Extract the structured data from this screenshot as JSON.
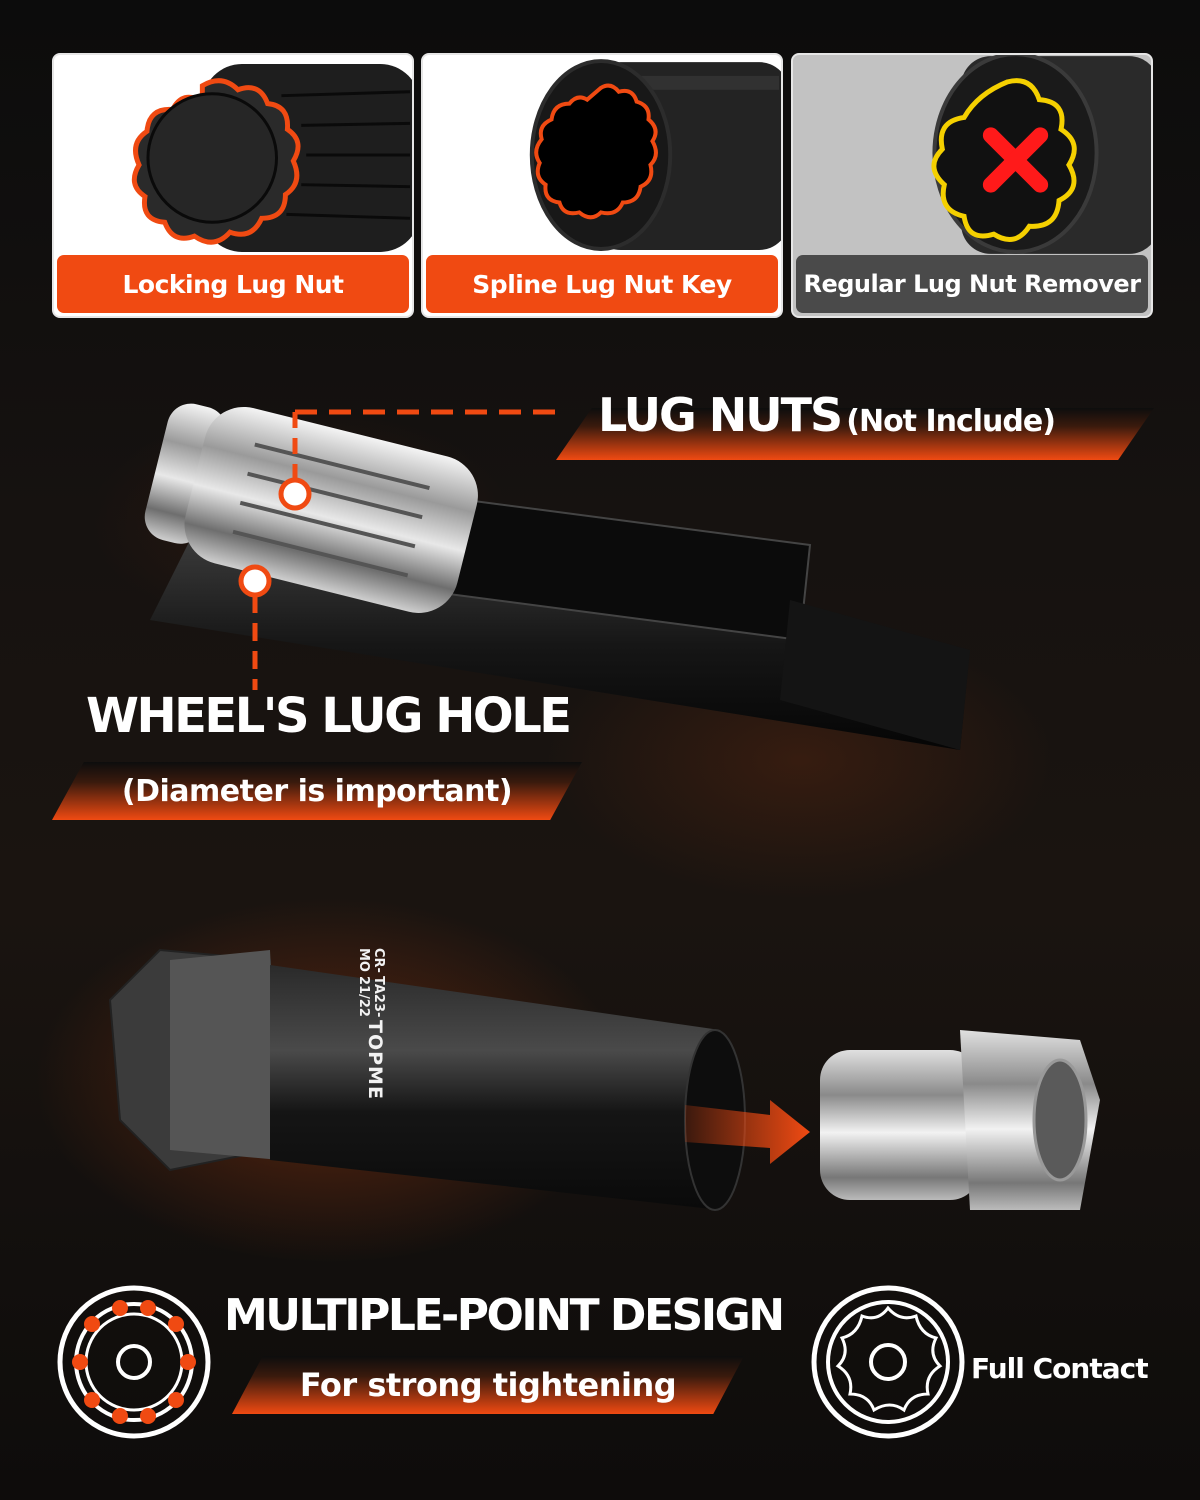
{
  "comparison_cards": [
    {
      "label": "Locking Lug Nut",
      "icon": "locking-lug-nut-icon",
      "outline_color": "#f04a12"
    },
    {
      "label": "Spline Lug Nut Key",
      "icon": "spline-key-socket-icon",
      "outline_color": "#f04a12"
    },
    {
      "label": "Regular Lug Nut Remover",
      "icon": "regular-remover-icon",
      "outline_color": "#f5d000",
      "status_icon": "red-x-icon"
    }
  ],
  "callouts": {
    "lug_nuts": {
      "title": "LUG NUTS",
      "note": "(Not Include)"
    },
    "wheel_lug_hole": {
      "title": "WHEEL'S LUG HOLE",
      "note": "(Diameter is important)"
    }
  },
  "socket_engraving": {
    "brand": "TOPME",
    "model": "TA23-21/22",
    "material": "CR-MO"
  },
  "features": {
    "multiple_point": {
      "title": "MULTIPLE-POINT DESIGN",
      "subtitle": "For strong tightening",
      "icon": "multi-point-socket-icon"
    },
    "full_contact": {
      "label": "Full Contact",
      "icon": "full-contact-socket-icon"
    }
  },
  "colors": {
    "accent": "#f04a12",
    "dark_label": "#4a4a4a",
    "warning_outline": "#f5d000",
    "error": "#ff1a1a",
    "background": "#121010"
  }
}
